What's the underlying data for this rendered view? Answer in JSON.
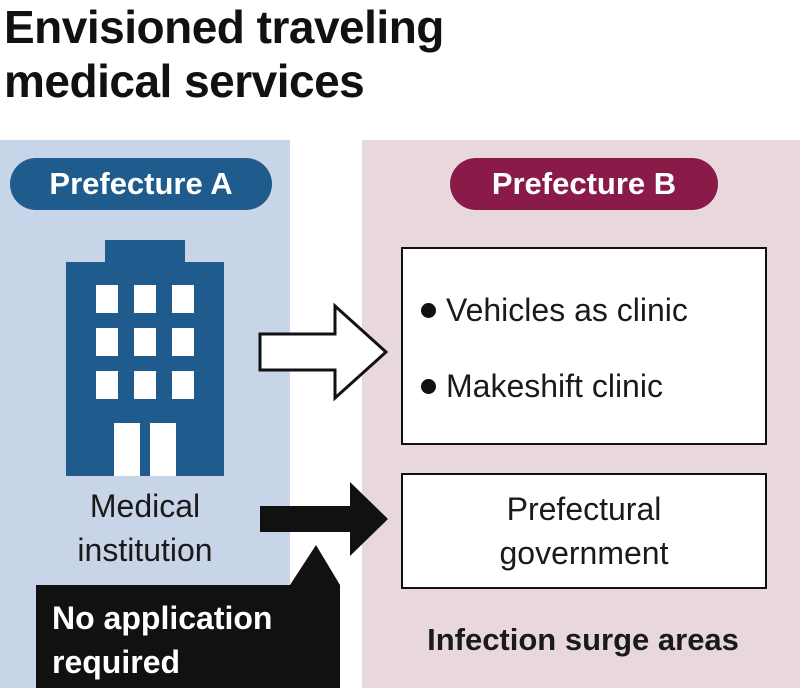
{
  "title": {
    "line1": "Envisioned traveling",
    "line2": "medical services"
  },
  "prefecture_a": {
    "label": "Prefecture A",
    "color": "#1f5b8c",
    "building_icon": "hospital-building-icon",
    "institution_line1": "Medical",
    "institution_line2": "institution"
  },
  "prefecture_b": {
    "label": "Prefecture B",
    "color": "#8a1b48",
    "services": [
      "Vehicles as clinic",
      "Makeshift clinic"
    ],
    "government_line1": "Prefectural",
    "government_line2": "government",
    "footer": "Infection surge areas"
  },
  "callout": {
    "line1": "No application",
    "line2": "required"
  }
}
